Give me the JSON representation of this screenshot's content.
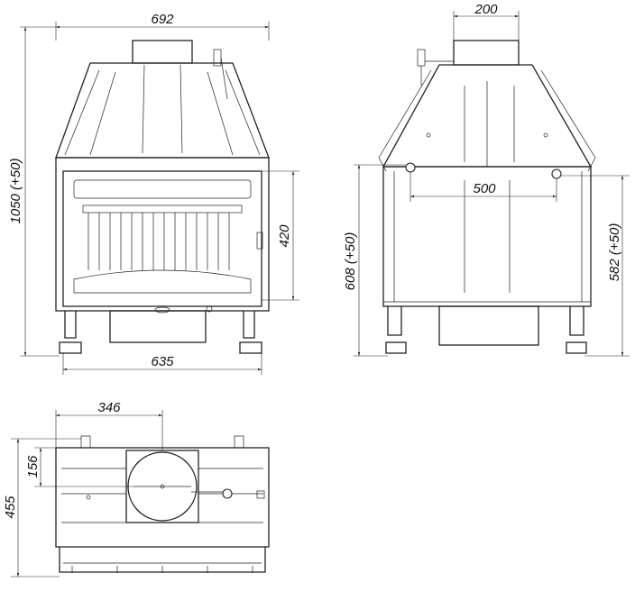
{
  "title": "Fireplace insert dimensional drawing",
  "front_view": {
    "width_top": "692",
    "height": "1050 (+50)",
    "glass_height": "420",
    "width_base": "635"
  },
  "side_view": {
    "flue_width": "200",
    "port_spacing": "500",
    "height_left": "608 (+50)",
    "height_right": "582 (+50)"
  },
  "top_view": {
    "flue_offset_x": "346",
    "flue_offset_y": "156",
    "depth": "455"
  },
  "colors": {
    "line": "#222222",
    "background": "#ffffff"
  }
}
